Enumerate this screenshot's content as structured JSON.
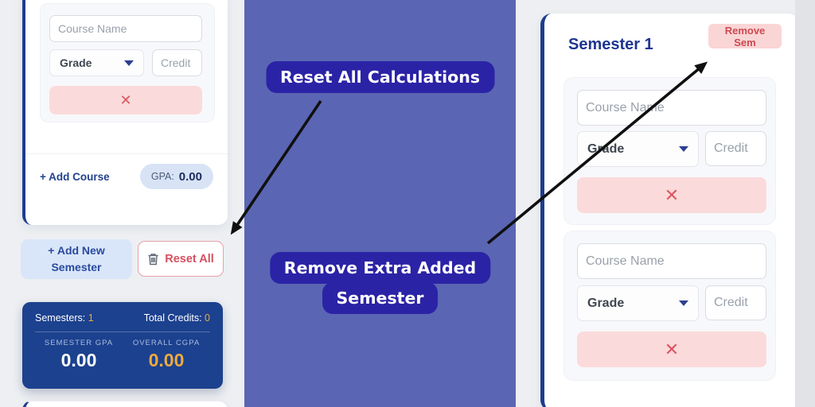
{
  "annotations": {
    "reset_label": "Reset All Calculations",
    "remove_label_line1": "Remove Extra Added",
    "remove_label_line2": "Semester"
  },
  "left_app": {
    "course_row": {
      "course_placeholder": "Course Name",
      "grade_label": "Grade",
      "credit_placeholder": "Credit",
      "remove_glyph": "✕"
    },
    "footer": {
      "add_course": "+ Add Course",
      "gpa_label": "GPA:",
      "gpa_value": "0.00"
    },
    "buttons": {
      "add_new_line1": "+ Add New",
      "add_new_line2": "Semester",
      "reset_all": "Reset All"
    },
    "stats": {
      "semesters_label": "Semesters:",
      "semesters_value": "1",
      "credits_label": "Total Credits:",
      "credits_value": "0",
      "sem_gpa_label": "SEMESTER GPA",
      "sem_gpa_value": "0.00",
      "cgpa_label": "OVERALL CGPA",
      "cgpa_value": "0.00"
    }
  },
  "right_app": {
    "title": "Semester 1",
    "remove_sem": "Remove Sem",
    "rows": [
      {
        "course_placeholder": "Course Name",
        "grade_label": "Grade",
        "credit_placeholder": "Credit",
        "remove_glyph": "✕"
      },
      {
        "course_placeholder": "Course Name",
        "grade_label": "Grade",
        "credit_placeholder": "Credit",
        "remove_glyph": "✕"
      }
    ]
  },
  "colors": {
    "annotation_bg": "#5a66b3",
    "annotation_pill": "#2b23a6",
    "stats_card": "#1c418e",
    "accent_navy": "#1e3d8e",
    "gold": "#ecaa3f",
    "danger_red": "#d5505f",
    "danger_pink_bg": "#fbdadb",
    "light_blue_btn": "#d9e6fa"
  }
}
